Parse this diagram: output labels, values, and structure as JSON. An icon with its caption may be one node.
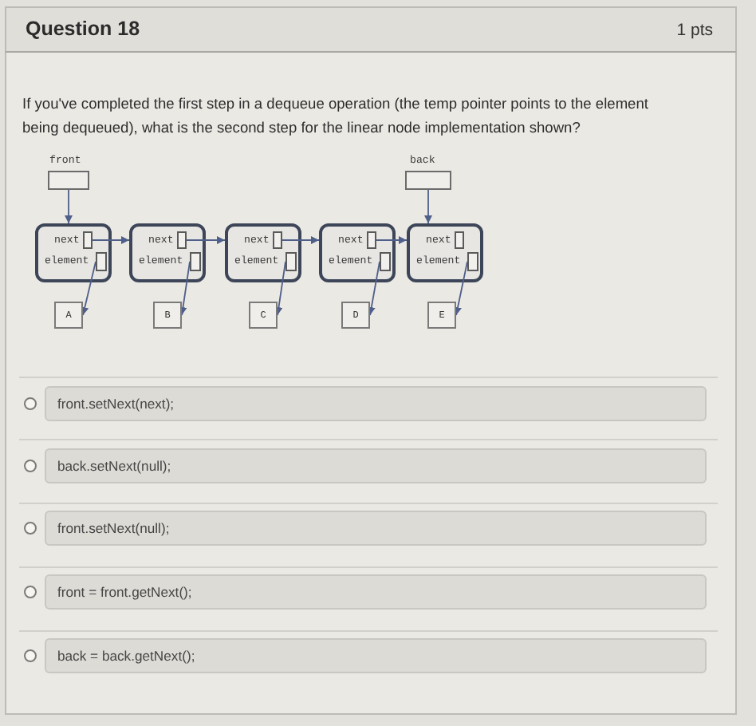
{
  "diagram": {
    "title": "Question 18",
    "nodes": [
      {
        "text": [
          "front"
        ]
      },
      {
        "text": [
          "back"
        ]
      },
      {
        "text": [
          "next",
          "element"
        ]
      },
      {
        "text": [],
        "shape": "box",
        "in": 2
      },
      {
        "text": [],
        "shape": "box",
        "in": 2
      },
      {
        "text": [
          "next",
          "element"
        ]
      },
      {
        "text": [],
        "shape": "box",
        "in": 5
      },
      {
        "text": [],
        "shape": "box",
        "in": 5
      },
      {
        "text": [
          "next",
          "element"
        ]
      },
      {
        "text": [],
        "shape": "box",
        "in": 8
      },
      {
        "text": [],
        "shape": "box",
        "in": 8
      },
      {
        "text": [
          "next",
          "element"
        ]
      },
      {
        "text": [],
        "shape": "box",
        "in": 11
      },
      {
        "text": [],
        "shape": "box",
        "in": 11
      },
      {
        "text": [
          "next",
          "element"
        ]
      },
      {
        "text": [],
        "shape": "box",
        "in": 14
      },
      {
        "text": [],
        "shape": "box",
        "in": 14
      },
      {
        "text": [
          "A"
        ]
      },
      {
        "text": [
          "B"
        ]
      },
      {
        "text": [
          "C"
        ]
      },
      {
        "text": [
          "D"
        ]
      },
      {
        "text": [
          "E"
        ]
      }
    ],
    "edges": [
      {
        "from": 0,
        "to": 2,
        "arrow": "to"
      },
      {
        "from": 1,
        "to": 14,
        "arrow": "to"
      },
      {
        "from": 3,
        "to": 5,
        "arrow": "to"
      },
      {
        "from": 6,
        "to": 8,
        "arrow": "to"
      },
      {
        "from": 9,
        "to": 11,
        "arrow": "to"
      },
      {
        "from": 12,
        "to": 14,
        "arrow": "to"
      },
      {
        "from": 4,
        "to": 17,
        "arrow": "to"
      },
      {
        "from": 7,
        "to": 18,
        "arrow": "to"
      },
      {
        "from": 10,
        "to": 19,
        "arrow": "to"
      },
      {
        "from": 13,
        "to": 20,
        "arrow": "to"
      },
      {
        "from": 16,
        "to": 21,
        "arrow": "to"
      }
    ],
    "labels": [
      "1 pts",
      "If you've completed the first step in a dequeue operation (the temp pointer points to the element being dequeued), what is the second step for the linear node implementation shown?",
      "front.setNext(next);",
      "back.setNext(null);",
      "front.setNext(null);",
      "front = front.getNext();",
      "back = back.getNext();"
    ]
  }
}
